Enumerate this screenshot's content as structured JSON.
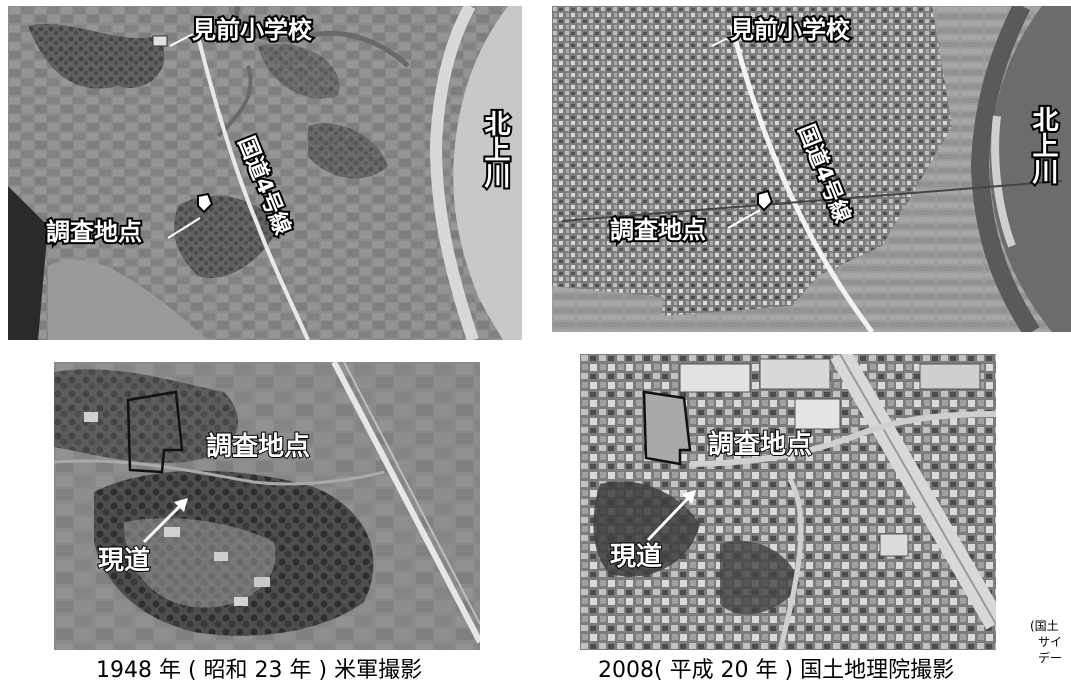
{
  "panels": {
    "top_left": {
      "school": "見前小学校",
      "site": "調査地点",
      "road": "国道4号線",
      "river": "北上川"
    },
    "top_right": {
      "school": "見前小学校",
      "site": "調査地点",
      "road": "国道4号線",
      "river": "北上川"
    },
    "bottom_left": {
      "site": "調査地点",
      "current_road": "現道"
    },
    "bottom_right": {
      "site": "調査地点",
      "current_road": "現道"
    }
  },
  "captions": {
    "left": "1948 年 ( 昭和 23 年 ) 米軍撮影",
    "right": "2008( 平成 20 年 ) 国土地理院撮影"
  },
  "credit": {
    "line1": "(国土",
    "line2": "サイ",
    "line3": "デー"
  }
}
